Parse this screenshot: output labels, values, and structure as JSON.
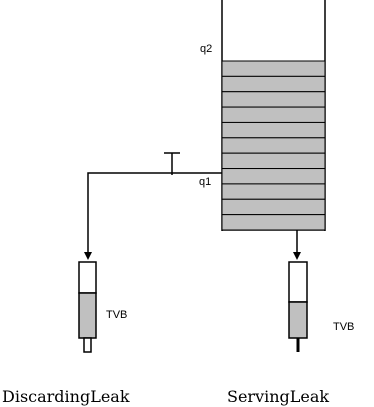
{
  "labels": {
    "q2": "q2",
    "q1": "q1",
    "tvb_left": "TVB",
    "tvb_right": "TVB",
    "discarding": "DiscardingLeak",
    "serving": "ServingLeak"
  },
  "queue": {
    "slot_count": 11
  },
  "colors": {
    "fill": "#c0c0c0",
    "stroke": "#000000"
  }
}
